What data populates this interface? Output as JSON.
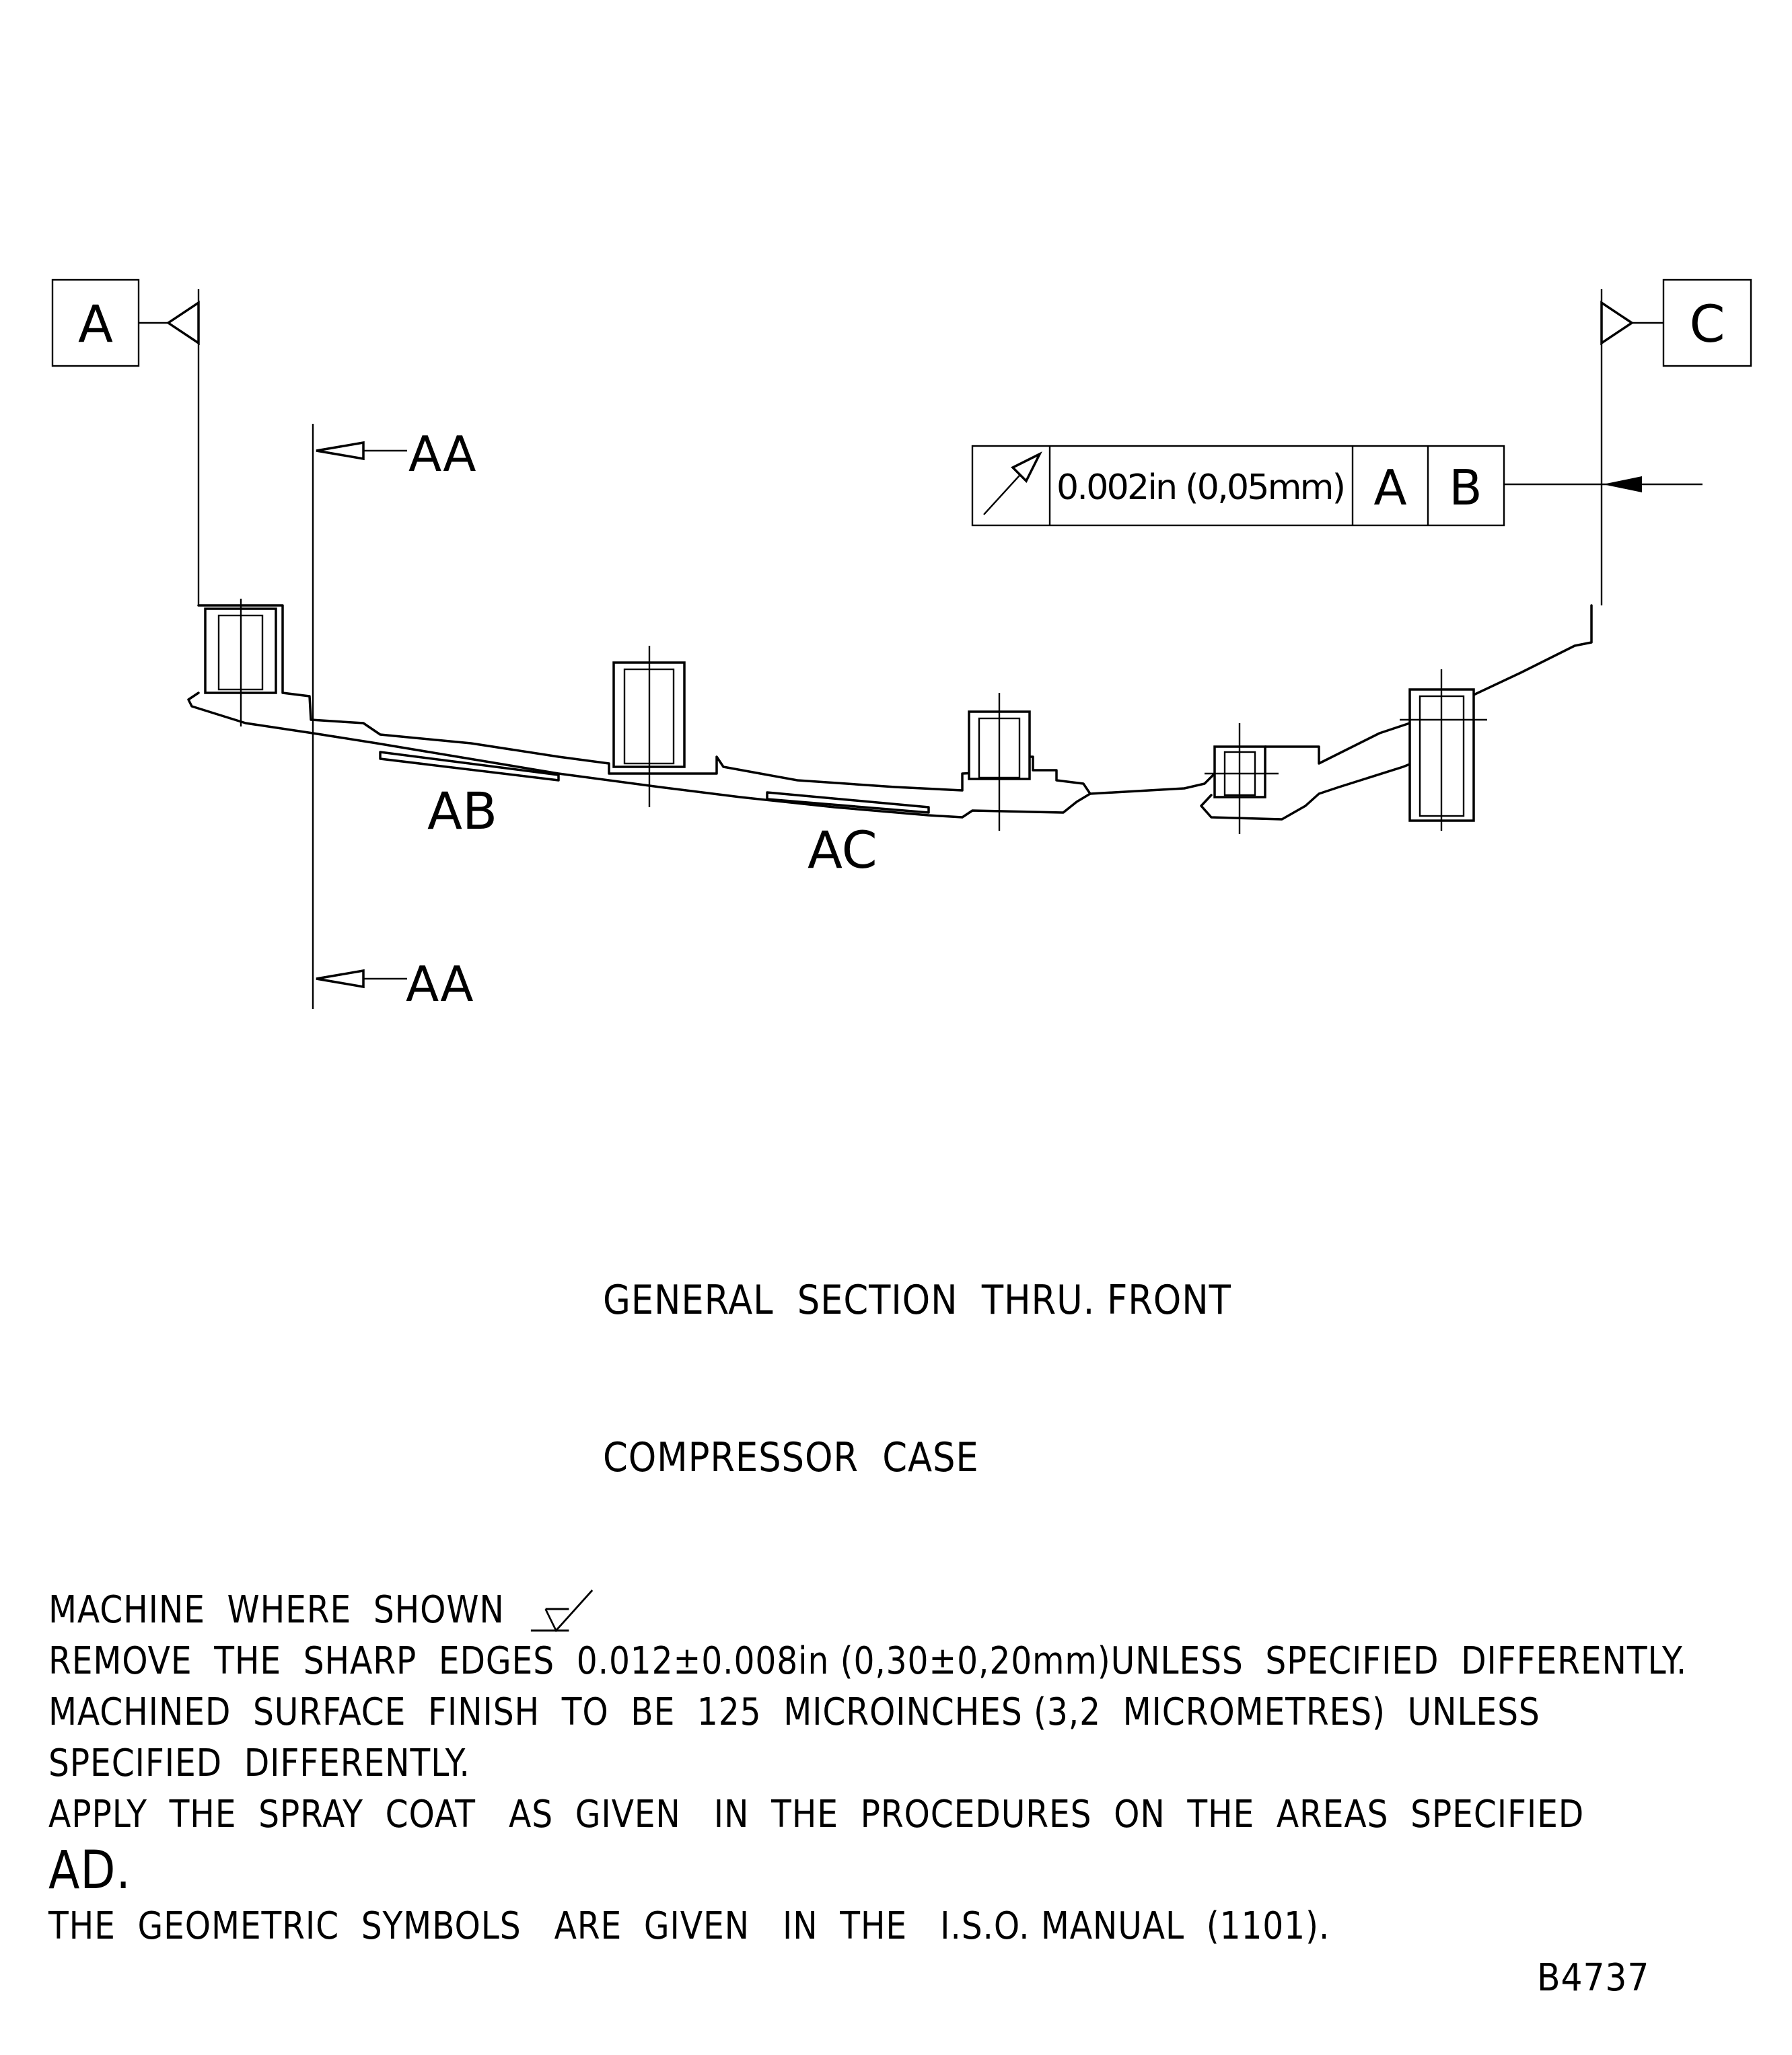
{
  "datum_labels": {
    "datum_a": "A",
    "datum_c": "C"
  },
  "section_labels": {
    "section_top": "AA",
    "section_bottom": "AA"
  },
  "area_labels": {
    "area_ab": "AB",
    "area_ac": "AC"
  },
  "tolerance_frame": {
    "symbol": "runout-arrow-icon",
    "value": "0.002in (0,05mm)",
    "datum_1": "A",
    "datum_2": "B"
  },
  "caption": {
    "line_1": "GENERAL  SECTION  THRU. FRONT",
    "line_2": "COMPRESSOR  CASE"
  },
  "notes": {
    "line_1": "MACHINE  WHERE  SHOWN",
    "machine_symbol": "machining-symbol-icon",
    "line_2": "REMOVE  THE  SHARP  EDGES  0.012±0.008in (0,30±0,20mm)UNLESS  SPECIFIED  DIFFERENTLY.",
    "line_3": "MACHINED  SURFACE  FINISH  TO  BE  125  MICROINCHES (3,2  MICROMETRES)  UNLESS",
    "line_4": "SPECIFIED  DIFFERENTLY.",
    "line_5": "APPLY  THE  SPRAY  COAT   AS  GIVEN   IN  THE  PROCEDURES  ON  THE  AREAS  SPECIFIED",
    "line_6": "AD.",
    "line_7": "THE  GEOMETRIC  SYMBOLS   ARE  GIVEN   IN  THE   I.S.O. MANUAL  (1101)."
  },
  "reference_code": "B4737"
}
